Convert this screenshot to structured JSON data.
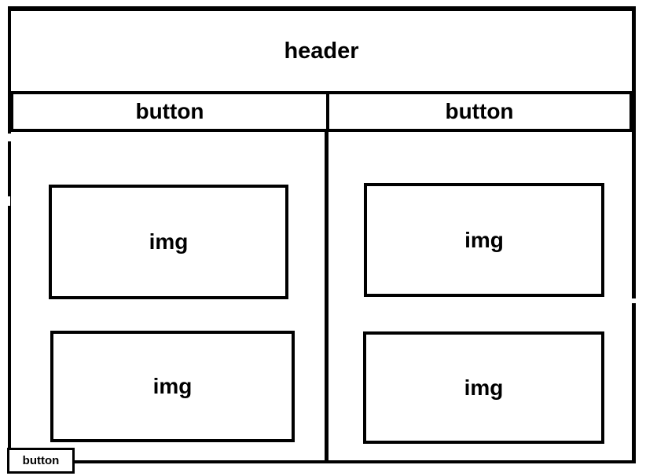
{
  "header": {
    "label": "header"
  },
  "tabs": [
    {
      "label": "button"
    },
    {
      "label": "button"
    }
  ],
  "columns": [
    {
      "images": [
        {
          "label": "img"
        },
        {
          "label": "img"
        }
      ]
    },
    {
      "images": [
        {
          "label": "img"
        },
        {
          "label": "img"
        }
      ]
    }
  ],
  "footer_button": {
    "label": "button"
  },
  "colors": {
    "stroke": "#000000",
    "background": "#ffffff"
  }
}
